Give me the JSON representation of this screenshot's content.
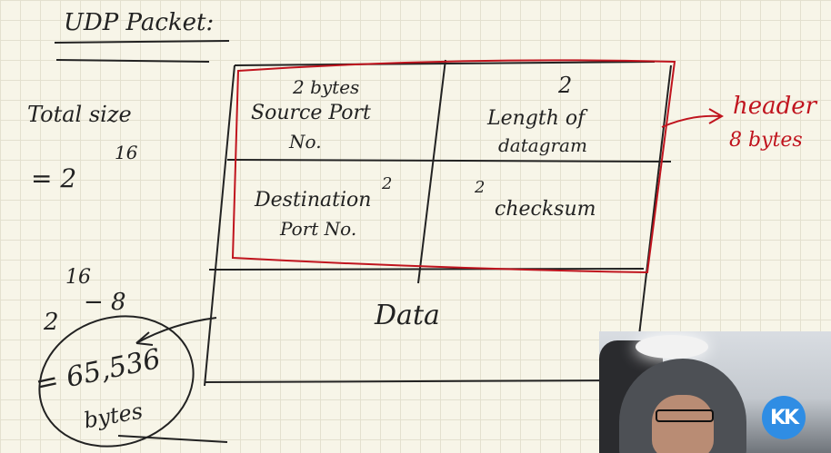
{
  "notes": {
    "title": "UDP Packet:",
    "total_size_line1": "Total size",
    "total_size_line2": "= 2",
    "total_size_exp": "16",
    "calc_base": "2",
    "calc_exp": "16",
    "calc_minus": "− 8",
    "result_value": "= 65,536",
    "result_unit": "bytes"
  },
  "packet": {
    "source_size": "2 bytes",
    "source_line1": "Source Port",
    "source_line2": "No.",
    "length_size": "2",
    "length_line1": "Length of",
    "length_line2": "datagram",
    "dest_line1": "Destination",
    "dest_line2": "Port No.",
    "dest_size": "2",
    "checksum_size": "2",
    "checksum_label": "checksum",
    "data_label": "Data"
  },
  "annotation": {
    "header_line1": "header",
    "header_line2": "8 bytes",
    "color": "#c0141e"
  },
  "overlay": {
    "logo_text": "KK",
    "logo_color": "#2f8de4"
  }
}
